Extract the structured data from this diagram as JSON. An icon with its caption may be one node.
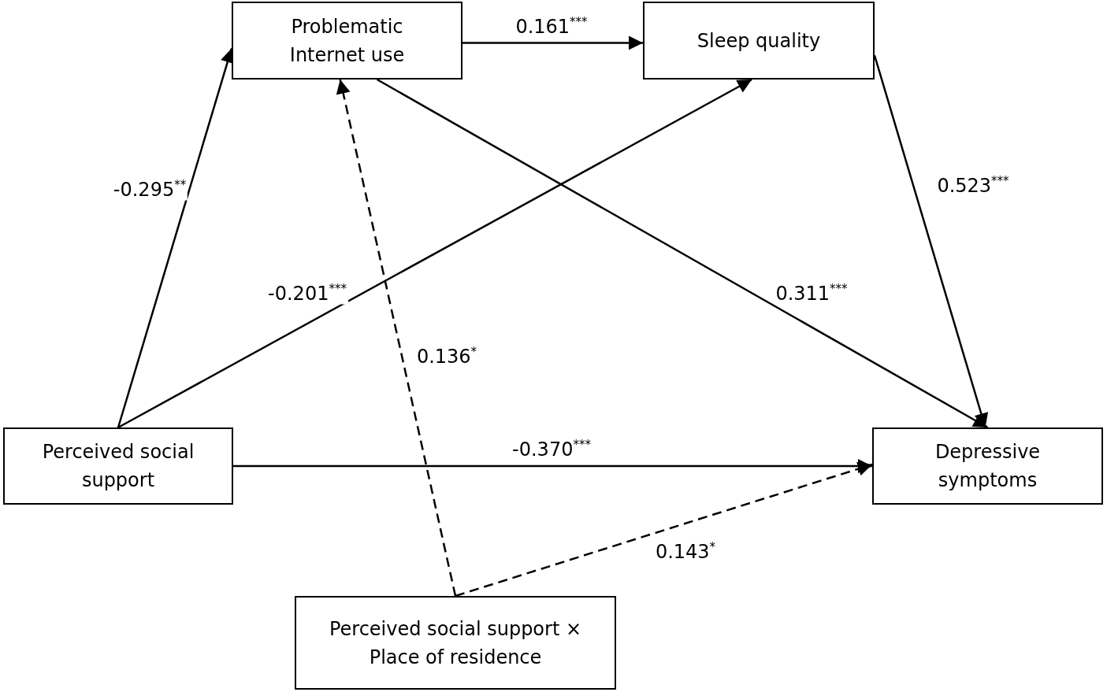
{
  "diagram": {
    "nodes": [
      {
        "text": [
          "Problematic Internet use"
        ]
      },
      {
        "text": [
          "Sleep quality"
        ]
      },
      {
        "text": [
          "Perceived social support"
        ]
      },
      {
        "text": [
          "Depressive symptoms"
        ]
      },
      {
        "text": [
          "Perceived social support × Place of residence"
        ]
      }
    ],
    "edges": [
      {
        "from": 2,
        "to": 0,
        "arrow": "to",
        "label": "-0.295$^{**}$"
      },
      {
        "from": 0,
        "to": 1,
        "arrow": "to",
        "label": "0.161$^{***}$"
      },
      {
        "from": 2,
        "to": 1,
        "arrow": "to",
        "label": "-0.201$^{***}$"
      },
      {
        "from": 0,
        "to": 3,
        "arrow": "to",
        "label": "0.311$^{***}$"
      },
      {
        "from": 1,
        "to": 3,
        "arrow": "to",
        "label": "0.523$^{***}$"
      },
      {
        "from": 2,
        "to": 3,
        "arrow": "to",
        "label": "-0.370$^{***}$"
      },
      {
        "from": 4,
        "to": 0,
        "arrow": "to",
        "label": "0.136$^{*}$",
        "style": "dashed"
      },
      {
        "from": 4,
        "to": 3,
        "arrow": "to",
        "label": "0.143$^{*}$",
        "style": "dashed"
      }
    ]
  }
}
